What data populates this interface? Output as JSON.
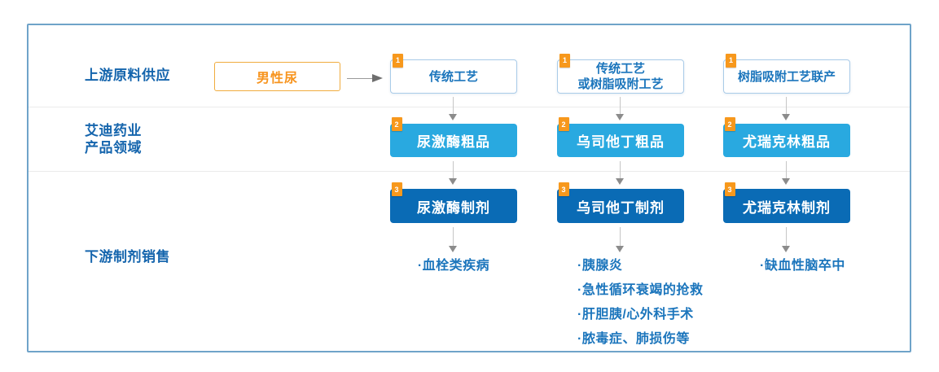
{
  "palette": {
    "frame_border": "#6FA3C9",
    "light_blue": "#29A9E0",
    "dark_blue": "#0A6BB5",
    "badge_orange": "#F7981C",
    "source_orange": "#F7941E",
    "text_blue": "#1B75BC",
    "label_blue": "#1565AD"
  },
  "badges": [
    "1",
    "2",
    "3"
  ],
  "labels": {
    "upstream": "上游原料供应",
    "company_line1": "艾迪药业",
    "company_line2": "产品领域",
    "downstream": "下游制剂销售"
  },
  "source": {
    "label": "男性尿"
  },
  "columns": [
    {
      "process": "传统工艺",
      "crude": "尿激酶粗品",
      "preparation": "尿激酶制剂",
      "indications": [
        "·血栓类疾病"
      ]
    },
    {
      "process": "传统工艺\n或树脂吸附工艺",
      "crude": "乌司他丁粗品",
      "preparation": "乌司他丁制剂",
      "indications": [
        "·胰腺炎",
        "·急性循环衰竭的抢救",
        "·肝胆胰/心外科手术",
        "·脓毒症、肺损伤等"
      ]
    },
    {
      "process": "树脂吸附工艺联产",
      "crude": "尤瑞克林粗品",
      "preparation": "尤瑞克林制剂",
      "indications": [
        "·缺血性脑卒中"
      ]
    }
  ]
}
